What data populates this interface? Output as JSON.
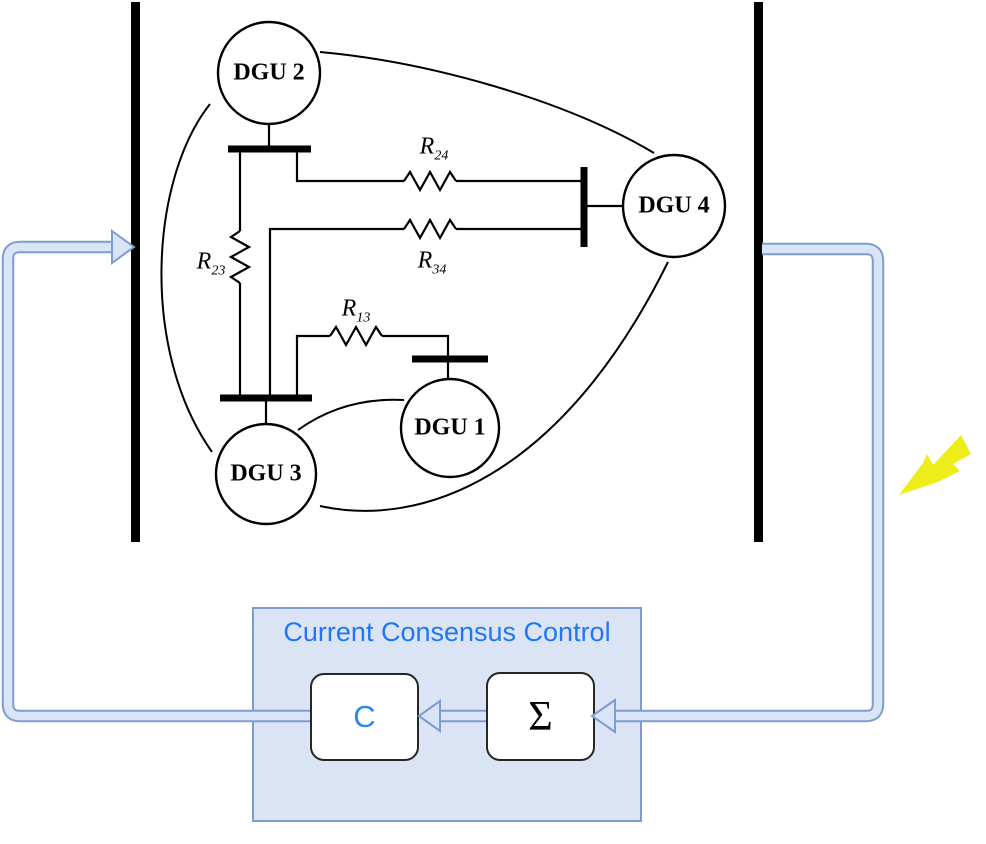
{
  "microgrid": {
    "panel_name": "dc-microgrid-network",
    "dgus": [
      {
        "label": "DGU 2"
      },
      {
        "label": "DGU 4"
      },
      {
        "label": "DGU 1"
      },
      {
        "label": "DGU 3"
      }
    ],
    "resistors": [
      {
        "symbol": "R",
        "sub": "24"
      },
      {
        "symbol": "R",
        "sub": "34"
      },
      {
        "symbol": "R",
        "sub": "23"
      },
      {
        "symbol": "R",
        "sub": "13"
      }
    ]
  },
  "control": {
    "title": "Current Consensus Control",
    "controller_label": "C",
    "summation_label": "Σ"
  },
  "icons": {
    "fault": "lightning-bolt-icon"
  },
  "colors": {
    "loop_fill": "#D9E4F6",
    "loop_border": "#7E9CCF",
    "control_box_bg": "#DAE4F4",
    "control_box_border": "#7E9CCF",
    "title_text": "#2177F3",
    "controller_text": "#2E86F0",
    "fault_bolt": "#EDED1A",
    "electrode_bar": "#000000"
  }
}
